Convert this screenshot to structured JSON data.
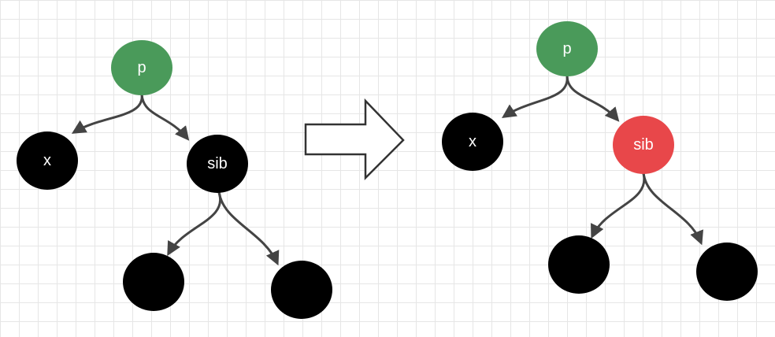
{
  "colors": {
    "black_node": "#000000",
    "green_node": "#4a9a5a",
    "red_node": "#e8474a",
    "edge": "#444444",
    "arrow_outline": "#333333"
  },
  "before": {
    "parent_label": "p",
    "left_child_label": "x",
    "right_child_label": "sib",
    "sib_left_child_label": "",
    "sib_right_child_label": ""
  },
  "after": {
    "parent_label": "p",
    "left_child_label": "x",
    "right_child_label": "sib",
    "sib_left_child_label": "",
    "sib_right_child_label": ""
  },
  "transition_icon": "right-arrow-icon"
}
